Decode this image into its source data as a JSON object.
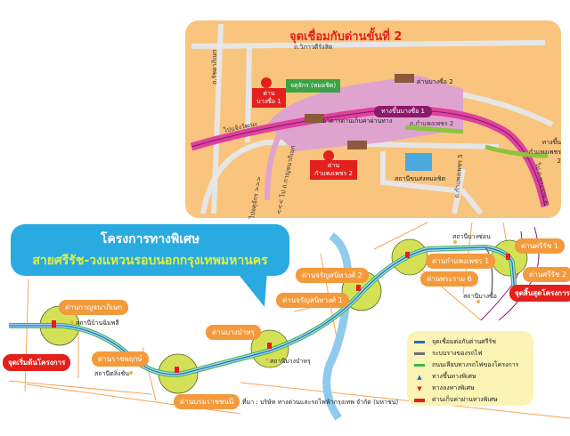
{
  "inset": {
    "title": "จุดเชื่อมกับด่านขั้นที่ 2",
    "roads": {
      "vibhavadi": "ถ.วิภาวดีรังสิต",
      "ratchadaphisek": "ถ.รัชดาภิเษก",
      "to_chaeng_watthana": "ไปแจ้งวัฒนะ",
      "to_chatuchak": "ไปจตุจักร >>>",
      "to_kanchanaphisek": "<<< ไป ถ.กาญจนาภิเษก",
      "kamphaeng_phet_2": "ถ.กำแพงเพชร 2",
      "kamphaeng_phet_5": "ถ.กำแพงเพชร 5",
      "to_rama_6": "ไป ถ.พระราม 6"
    },
    "places": {
      "bang_sue_1": "ด่าน บางซื่อ 1",
      "bang_sue_2": "ด่านบางซื่อ 2",
      "chatuchak": "จตุจักร (หมอชิต)",
      "toll_building": "อาคารด่านเก็บค่าผ่านทาง",
      "ramp_bang_sue_1": "ทางขึ้นบางซื่อ 1",
      "ramp_kamphaeng_phet_2": "ทางขึ้น กำแพงเพชร 2",
      "toll_kamphaeng_phet_2": "ด่าน กำแพงเพชร 2",
      "mochit_terminal": "สถานีขนส่งหมอชิต"
    }
  },
  "title": {
    "line1": "โครงการทางพิเศษ",
    "line2": "สายศรีรัช-วงแหวนรอบนอกกรุงเทพมหานคร"
  },
  "map": {
    "tolls": {
      "kanchanaphisek": "ด่านกาญจนาภิเษก",
      "ratchaphruek": "ด่านราชพฤกษ์",
      "borommaratchachonnani": "ด่านบรมราชชนนี",
      "bang_bamru": "ด่านบางบำหรุ",
      "charan_1": "ด่านจรัญสนิทวงศ์ 1",
      "charan_2": "ด่านจรัญสนิทวงศ์ 2",
      "kamphaeng_phet_1": "ด่านกำแพงเพชร 1",
      "rama_6": "ด่านพระราม 6",
      "si_rat_1": "ด่านศรีรัช 1",
      "si_rat_2": "ด่านศรีรัช 2"
    },
    "stations": {
      "ban_chimphli": "สถานีบ้านฉิมพลี",
      "taling_chan": "สถานีตลิ่งชัน",
      "bang_bamru": "สถานีบางบำหรุ",
      "bang_son": "สถานีบางซ่อน",
      "bang_sue": "สถานีบางซื่อ"
    },
    "start": "จุดเริ่มต้นโครงการ",
    "end": "จุดสิ้นสุดโครงการ"
  },
  "legend": [
    {
      "label": "จุดเชื่อมต่อกับด่านศรีรัช",
      "color": "#1f6fb4",
      "icon": "line"
    },
    {
      "label": "ระบบรางของรถไฟ",
      "color": "#6d6e71",
      "icon": "line"
    },
    {
      "label": "ถนนเลียบทางรถไฟของโครงการ",
      "color": "#39b54a",
      "icon": "line"
    },
    {
      "label": "ทางขึ้นทางพิเศษ",
      "color": "#1f6fb4",
      "icon": "up-arrow"
    },
    {
      "label": "ทางลงทางพิเศษ",
      "color": "#e3201b",
      "icon": "down-arrow"
    },
    {
      "label": "ด่านเก็บค่าผ่านทางพิเศษ",
      "color": "#e3201b",
      "icon": "toll-booth"
    }
  ],
  "source": "ที่มา : บริษัท ทางด่วนและรถไฟฟ้ากรุงเทพ จำกัด (มหาชน)"
}
